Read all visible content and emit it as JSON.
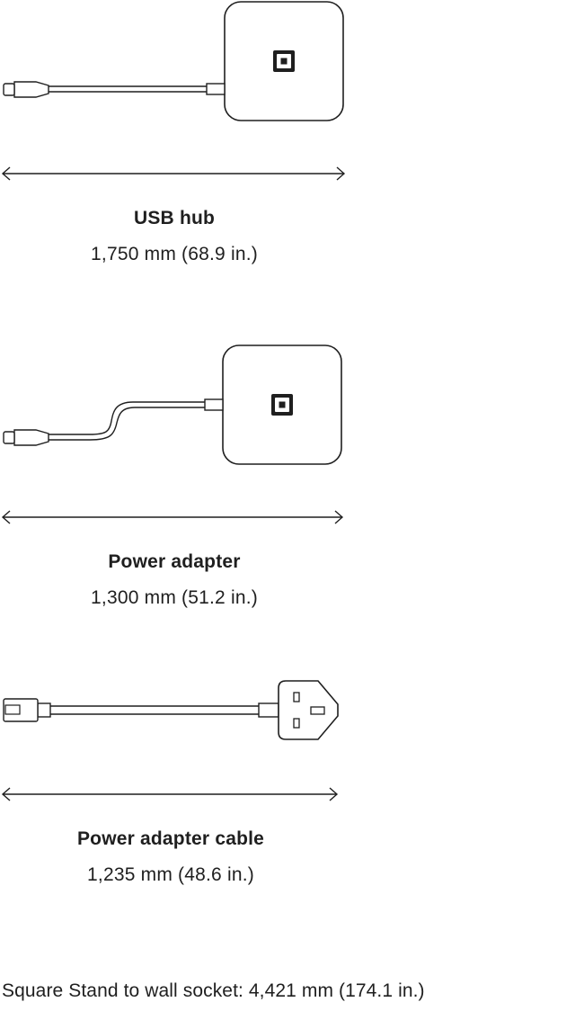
{
  "items": [
    {
      "name": "USB hub",
      "length": "1,750 mm (68.9 in.)"
    },
    {
      "name": "Power adapter",
      "length": "1,300 mm (51.2 in.)"
    },
    {
      "name": "Power adapter cable",
      "length": "1,235 mm (48.6 in.)"
    }
  ],
  "footer": "Square Stand to wall socket: 4,421 mm (174.1 in.)",
  "colors": {
    "stroke": "#1f1f1f",
    "background": "#ffffff"
  }
}
